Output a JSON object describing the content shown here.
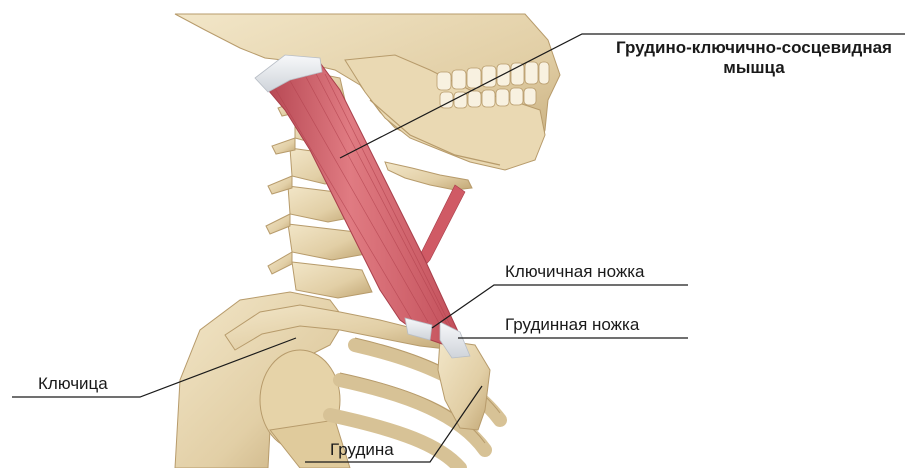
{
  "labels": {
    "muscle_line1": "Грудино-ключично-сосцевидная",
    "muscle_line2": "мышца",
    "clavicular_head": "Ключичная ножка",
    "sternal_head": "Грудинная ножка",
    "clavicle": "Ключица",
    "sternum": "Грудина"
  },
  "colors": {
    "bone": "#e2cfa6",
    "bone_shadow": "#b79b6b",
    "bone_light": "#f2e6c8",
    "muscle": "#d9656e",
    "muscle_dark": "#b2424e",
    "tendon": "#eef0f2",
    "leader_line": "#1a1a1a"
  }
}
